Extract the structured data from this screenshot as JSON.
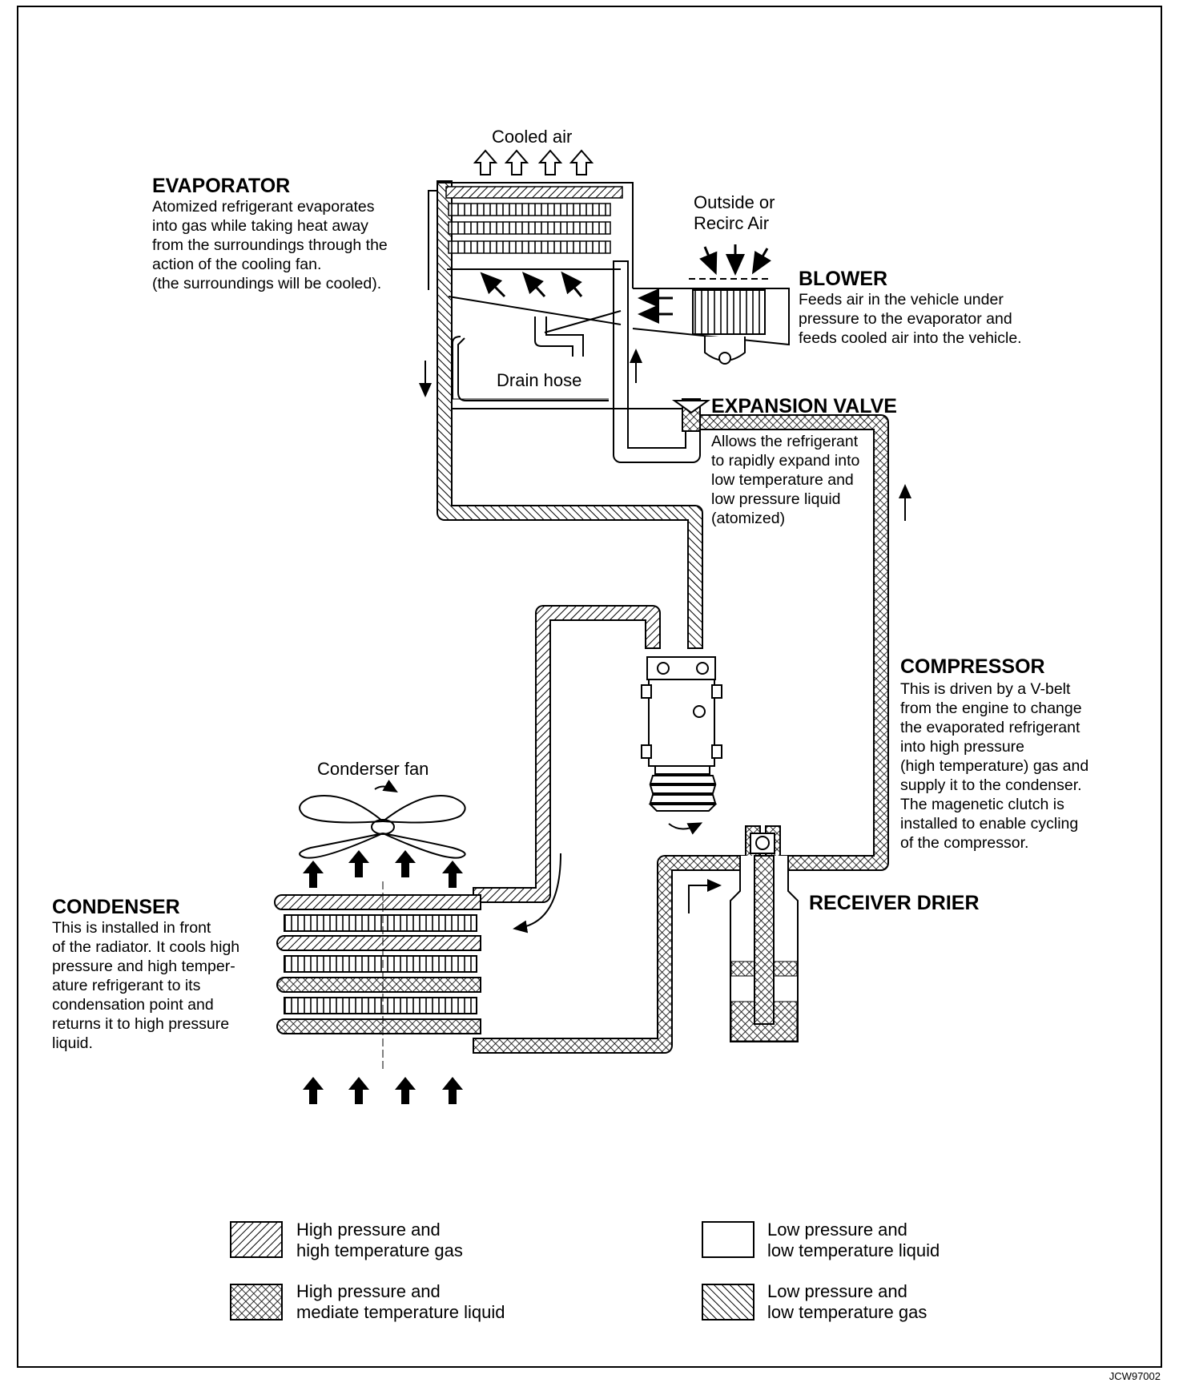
{
  "labels": {
    "cooled_air": "Cooled air",
    "outside_air_1": "Outside or",
    "outside_air_2": "Recirc Air",
    "drain_hose": "Drain hose",
    "condenser_fan": "Conderser fan"
  },
  "components": {
    "evaporator": {
      "title": "EVAPORATOR",
      "lines": [
        "Atomized refrigerant evaporates",
        "into gas while taking heat away",
        "from the surroundings through the",
        "action of the cooling fan.",
        "(the surroundings will be cooled)."
      ]
    },
    "blower": {
      "title": "BLOWER",
      "lines": [
        "Feeds air in the vehicle under",
        "pressure to the evaporator and",
        "feeds cooled air into the vehicle."
      ]
    },
    "expansion_valve": {
      "title": "EXPANSION VALVE",
      "lines": [
        "Allows the refrigerant",
        "to rapidly expand into",
        "low temperature and",
        "low pressure liquid",
        "(atomized)"
      ]
    },
    "compressor": {
      "title": "COMPRESSOR",
      "lines": [
        "This is driven by a V-belt",
        "from the engine to change",
        "the evaporated refrigerant",
        "into high pressure",
        "(high temperature) gas and",
        "supply it to the condenser.",
        "The magenetic clutch is",
        "installed to enable cycling",
        "of the compressor."
      ]
    },
    "condenser": {
      "title": "CONDENSER",
      "lines": [
        "This is installed in front",
        "of the radiator. It cools high",
        "pressure and high temper-",
        "ature refrigerant to its",
        "condensation point and",
        "returns it to high pressure",
        "liquid."
      ]
    },
    "receiver_drier": {
      "title": "RECEIVER DRIER"
    }
  },
  "legend": [
    {
      "pattern": "hp-gas",
      "lines": [
        "High pressure and",
        "high temperature gas"
      ]
    },
    {
      "pattern": "lp-liquid",
      "lines": [
        "Low pressure and",
        "low temperature liquid"
      ]
    },
    {
      "pattern": "hp-liquid",
      "lines": [
        "High pressure and",
        "mediate temperature liquid"
      ]
    },
    {
      "pattern": "lp-gas",
      "lines": [
        "Low pressure and",
        "low temperature gas"
      ]
    }
  ],
  "figure_code": "JCW97002"
}
